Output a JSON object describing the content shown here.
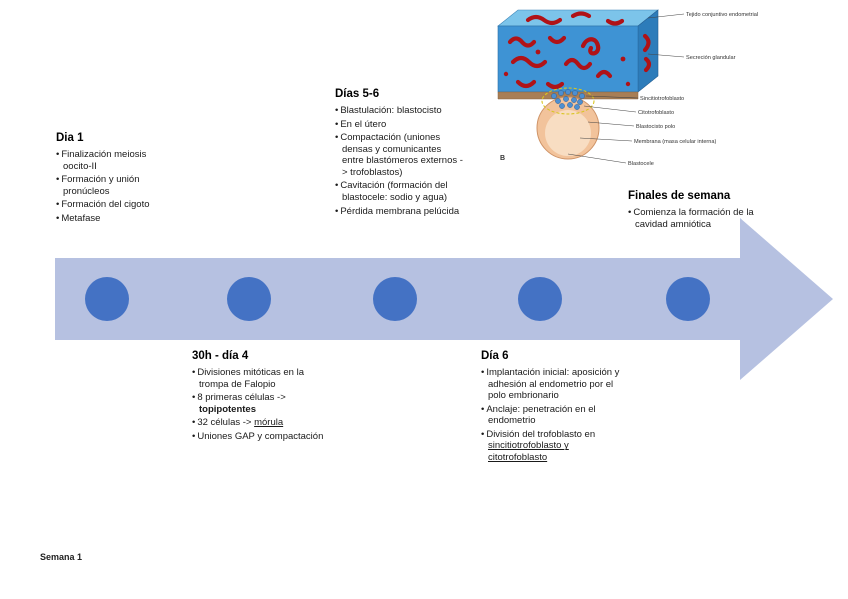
{
  "colors": {
    "arrow": "#b6c1e1",
    "circle": "#4472c4"
  },
  "footer": {
    "label": "Semana 1"
  },
  "blocks": {
    "dia1": {
      "title": "Dia 1",
      "bullets": [
        {
          "runs": [
            {
              "text": "Finalización meiosis oocito-II"
            }
          ]
        },
        {
          "runs": [
            {
              "text": "Formación y unión pronúcleos"
            }
          ]
        },
        {
          "runs": [
            {
              "text": "Formación del cigoto"
            }
          ]
        },
        {
          "runs": [
            {
              "text": "Metafase"
            }
          ]
        }
      ]
    },
    "dias56": {
      "title": "Días 5-6",
      "bullets": [
        {
          "runs": [
            {
              "text": "Blastulación: blastocisto"
            }
          ]
        },
        {
          "runs": [
            {
              "text": "En el útero"
            }
          ]
        },
        {
          "runs": [
            {
              "text": "Compactación (uniones densas y comunicantes entre blastómeros externos -> trofoblastos)"
            }
          ]
        },
        {
          "runs": [
            {
              "text": "Cavitación (formación del blastocele: sodio y agua)"
            }
          ]
        },
        {
          "runs": [
            {
              "text": "Pérdida membrana pelúcida"
            }
          ]
        }
      ]
    },
    "finales": {
      "title": "Finales de semana",
      "bullets": [
        {
          "runs": [
            {
              "text": "Comienza la formación de la cavidad amniótica"
            }
          ]
        }
      ]
    },
    "dia4": {
      "title": "30h - día 4",
      "bullets": [
        {
          "runs": [
            {
              "text": "Divisiones mitóticas en la trompa de Falopio"
            }
          ]
        },
        {
          "runs": [
            {
              "text": "8 primeras células -> "
            },
            {
              "text": "topipotentes"
            }
          ]
        },
        {
          "runs": [
            {
              "text": "32 células -> "
            },
            {
              "text": "mórula"
            }
          ]
        },
        {
          "runs": [
            {
              "text": "Uniones GAP y compactación"
            }
          ]
        }
      ]
    },
    "dia6": {
      "title": "Día 6",
      "bullets": [
        {
          "runs": [
            {
              "text": "Implantación inicial: aposición y adhesión al endometrio por el polo embrionario"
            }
          ]
        },
        {
          "runs": [
            {
              "text": "Anclaje: penetración en el endometrio"
            }
          ]
        },
        {
          "runs": [
            {
              "text": "División del trofoblasto en "
            },
            {
              "text": "sincitiotrofoblasto y citotrofoblasto"
            }
          ]
        }
      ]
    }
  },
  "figure": {
    "letter": "B",
    "labels": [
      {
        "text": "Tejido conjuntivo endometrial"
      },
      {
        "text": "Secreción glandular"
      },
      {
        "text": "Sincitiotrofoblasto"
      },
      {
        "text": "Citotrofoblasto"
      },
      {
        "text": "Blastocisto polo"
      },
      {
        "text": "Membrana (masa celular interna)"
      },
      {
        "text": "Blastocele"
      }
    ]
  }
}
